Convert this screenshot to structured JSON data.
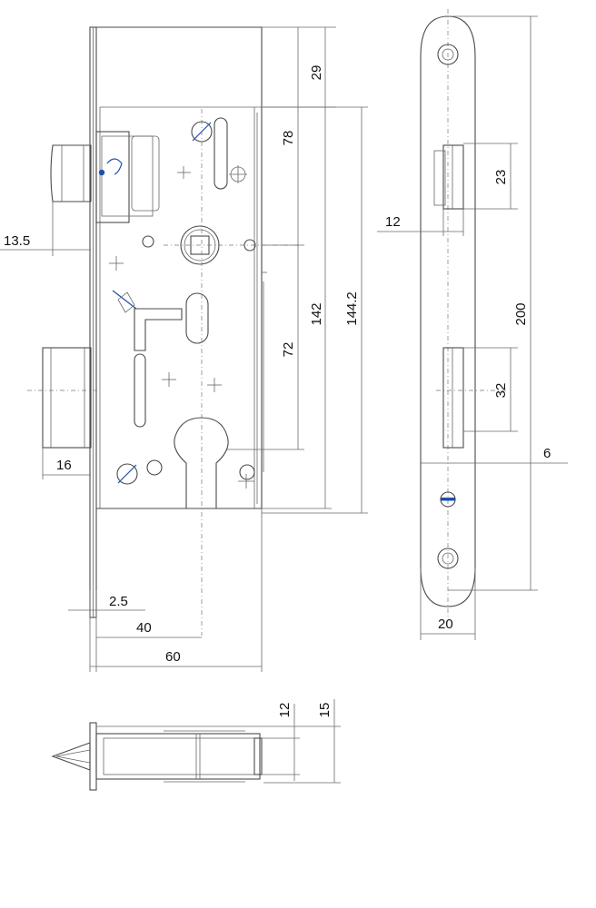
{
  "dimensions": {
    "d29": "29",
    "d78": "78",
    "d13_5": "13.5",
    "d142": "142",
    "d144_2": "144.2",
    "d72": "72",
    "d16": "16",
    "d2_5": "2.5",
    "d40": "40",
    "d60": "60",
    "d12_strike": "12",
    "d23": "23",
    "d200": "200",
    "d32": "32",
    "d6": "6",
    "d20": "20",
    "d12_bottom": "12",
    "d15": "15"
  },
  "colors": {
    "line": "#4a4a4a",
    "accent": "#1f4fa8"
  }
}
